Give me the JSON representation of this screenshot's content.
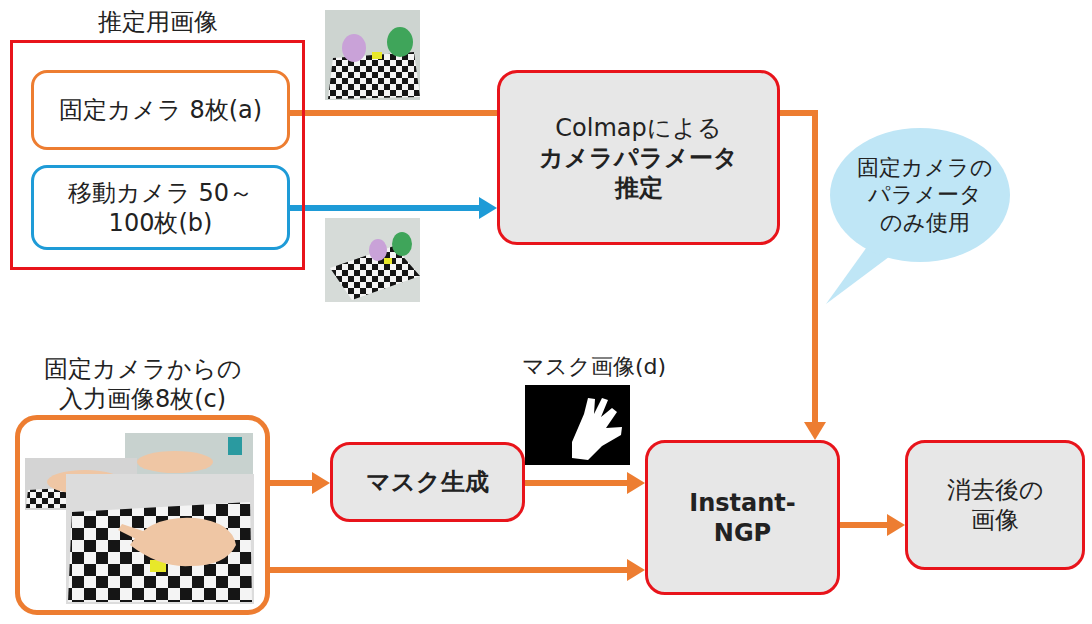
{
  "diagram": {
    "nodes": [
      {
        "text": [
          "推定用画像"
        ]
      },
      {
        "text": [
          "固定カメラ 8枚(a)"
        ],
        "in": 0
      },
      {
        "text": [
          "移動カメラ 50～100枚(b)"
        ],
        "in": 0
      },
      {
        "text": [
          "Colmapによる",
          "カメラパラメータ 推定"
        ]
      },
      {
        "text": [
          "固定カメラの パラメータ のみ使用"
        ]
      },
      {
        "text": [
          "固定カメラからの 入力画像8枚(c)"
        ]
      },
      {
        "text": [
          "マスク生成"
        ]
      },
      {
        "text": [
          "Instant- NGP"
        ]
      },
      {
        "text": [
          "消去後の 画像"
        ]
      }
    ],
    "edges": [
      {
        "from": 1,
        "to": 3,
        "arrow": "none"
      },
      {
        "from": 2,
        "to": 3,
        "arrow": "to"
      },
      {
        "from": 3,
        "to": 7,
        "arrow": "to"
      },
      {
        "from": 5,
        "to": 6,
        "arrow": "to"
      },
      {
        "from": 6,
        "to": 7,
        "arrow": "to"
      },
      {
        "from": 5,
        "to": 7,
        "arrow": "to"
      },
      {
        "from": 7,
        "to": 8,
        "arrow": "to"
      }
    ],
    "labels": [
      "マスク画像(d)"
    ]
  }
}
